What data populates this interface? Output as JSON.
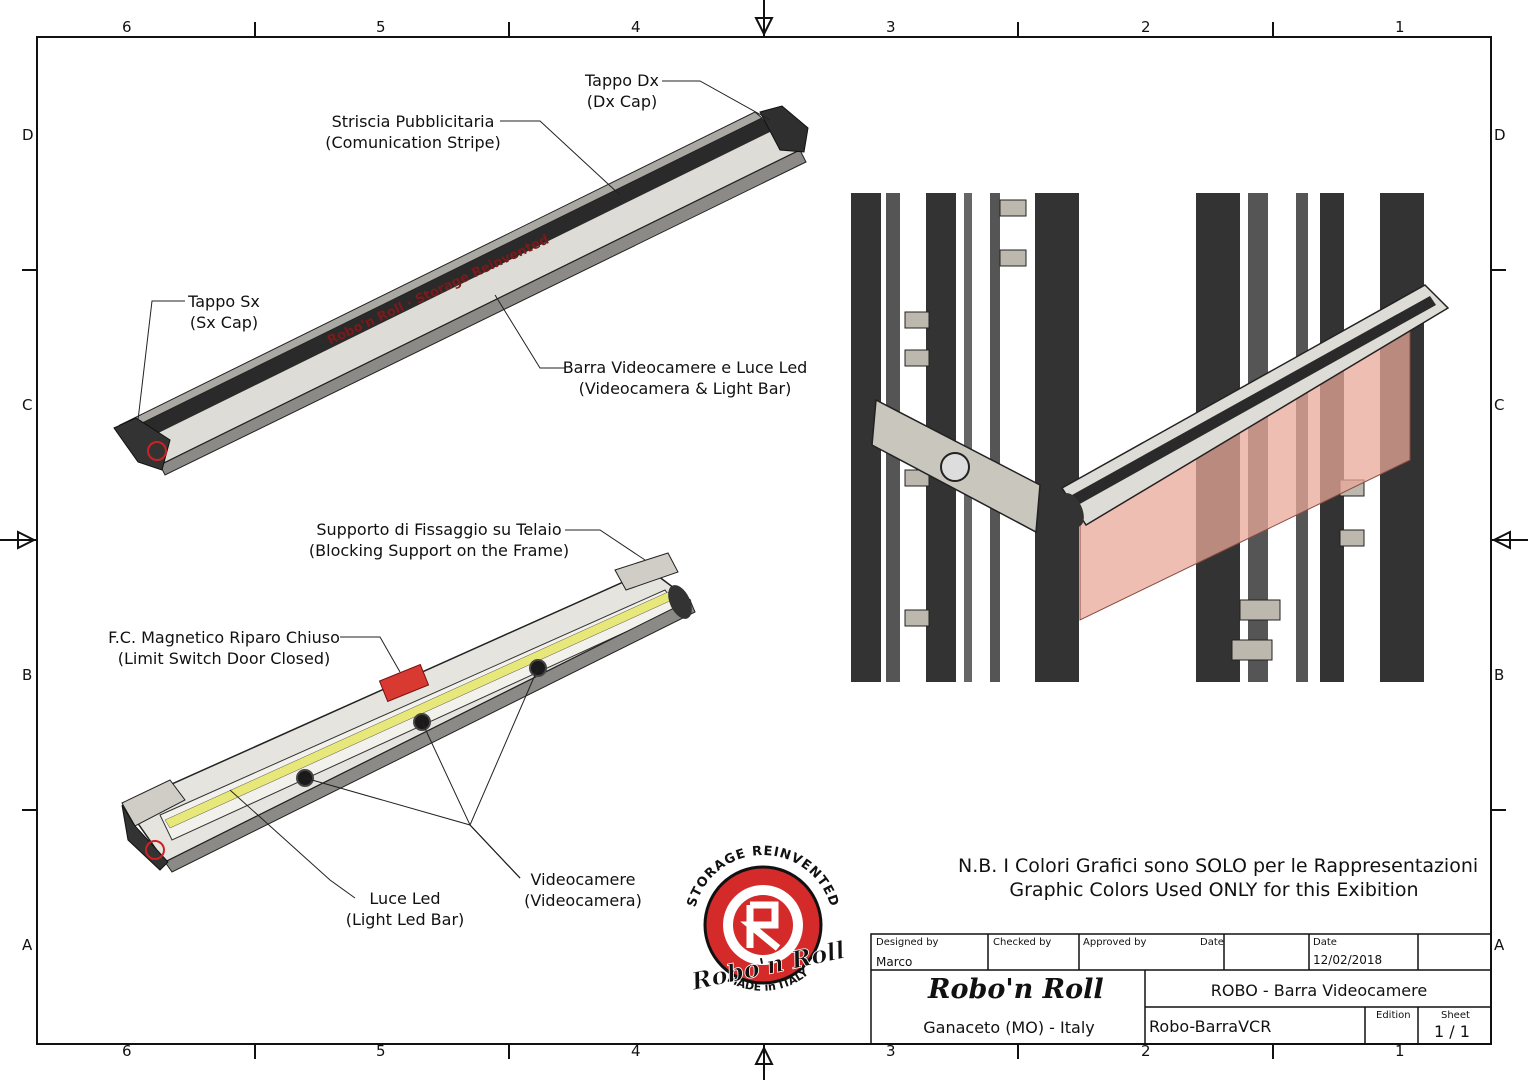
{
  "zones": {
    "columns": [
      "6",
      "5",
      "4",
      "3",
      "2",
      "1"
    ],
    "rows": [
      "D",
      "C",
      "B",
      "A"
    ]
  },
  "callouts": {
    "tappo_dx": {
      "it": "Tappo Dx",
      "en": "(Dx Cap)"
    },
    "striscia": {
      "it": "Striscia Pubblicitaria",
      "en": "(Comunication Stripe)"
    },
    "tappo_sx": {
      "it": "Tappo Sx",
      "en": "(Sx Cap)"
    },
    "barra": {
      "it": "Barra Videocamere e Luce Led",
      "en": "(Videocamera & Light Bar)"
    },
    "supporto": {
      "it": "Supporto di Fissaggio su Telaio",
      "en": "(Blocking Support on the Frame)"
    },
    "fc_magnetico": {
      "it": "F.C. Magnetico Riparo Chiuso",
      "en": "(Limit Switch Door Closed)"
    },
    "videocamere": {
      "it": "Videocamere",
      "en": "(Videocamera)"
    },
    "luce_led": {
      "it": "Luce Led",
      "en": "(Light Led Bar)"
    }
  },
  "note": {
    "line1": "N.B. I Colori Grafici sono SOLO per le Rappresentazioni",
    "line2": "Graphic Colors Used ONLY for this Exibition"
  },
  "logo": {
    "arc_top": "STORAGE REINVENTED",
    "script": "Robo'n Roll",
    "arc_bottom": "MADE in ITALY"
  },
  "title_block": {
    "designed_by_label": "Designed by",
    "designed_by": "Marco",
    "checked_by_label": "Checked by",
    "approved_by_label": "Approved by",
    "date_label": "Date",
    "date2_label": "Date",
    "date": "12/02/2018",
    "company": "Robo'n Roll",
    "location": "Ganaceto (MO) - Italy",
    "title": "ROBO - Barra Videocamere",
    "drawing_number": "Robo-BarraVCR",
    "edition_label": "Edition",
    "sheet_label": "Sheet",
    "sheet": "1 / 1"
  },
  "colors": {
    "frame": "#111111",
    "aluminum": "#dedcd6",
    "stripe": "#2a2a2a",
    "led": "#e8e87a",
    "switch": "#d83a32",
    "overlay": "#e8a898",
    "logo_red": "#d42a2a"
  }
}
